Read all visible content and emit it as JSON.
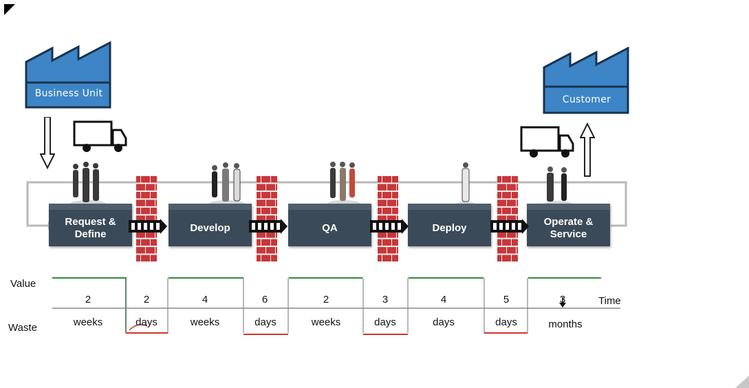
{
  "factories": {
    "business_unit": {
      "label": "Business Unit",
      "color": "#3d85c6"
    },
    "customer": {
      "label": "Customer",
      "color": "#3d85c6"
    }
  },
  "process_steps": [
    {
      "label_line1": "Request &",
      "label_line2": "Define"
    },
    {
      "label_line1": "Develop",
      "label_line2": ""
    },
    {
      "label_line1": "QA",
      "label_line2": ""
    },
    {
      "label_line1": "Deploy",
      "label_line2": ""
    },
    {
      "label_line1": "Operate &",
      "label_line2": "Service"
    }
  ],
  "timeline": {
    "value_label": "Value",
    "waste_label": "Waste",
    "time_label": "Time",
    "segments": [
      {
        "number": "2",
        "unit": "weeks",
        "kind": "value"
      },
      {
        "number": "2",
        "unit": "days",
        "kind": "waste"
      },
      {
        "number": "4",
        "unit": "weeks",
        "kind": "value"
      },
      {
        "number": "6",
        "unit": "days",
        "kind": "waste"
      },
      {
        "number": "2",
        "unit": "weeks",
        "kind": "value"
      },
      {
        "number": "3",
        "unit": "days",
        "kind": "waste"
      },
      {
        "number": "4",
        "unit": "days",
        "kind": "value"
      },
      {
        "number": "5",
        "unit": "days",
        "kind": "waste"
      },
      {
        "number": "3",
        "unit": "months",
        "kind": "value"
      }
    ],
    "value_color": "#2e8b3e",
    "waste_color": "#d0342c"
  },
  "colors": {
    "process_box": "#3b4a58",
    "brick": "#c8373a",
    "loop_line": "#b8b8b8"
  },
  "icons": [
    "truck-icon",
    "down-arrow-icon",
    "up-arrow-icon",
    "brick-wall-icon",
    "people-group-icon",
    "corner-marker-icon"
  ]
}
